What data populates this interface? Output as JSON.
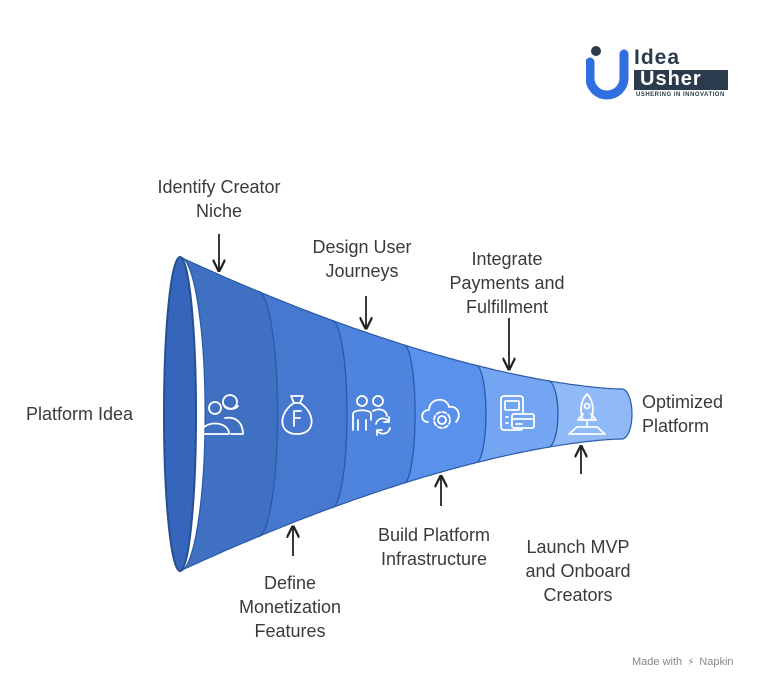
{
  "logo": {
    "line1": "Idea",
    "line2": "Usher",
    "tagline": "USHERING IN INNOVATION",
    "colors": {
      "blue": "#2f6fe0",
      "dark": "#2b3b4d"
    }
  },
  "funnel": {
    "input_label": "Platform Idea",
    "output_label": [
      "Optimized",
      "Platform"
    ],
    "stages": [
      {
        "icon": "creators-icon",
        "label": [
          "Identify Creator",
          "Niche"
        ],
        "position": "top",
        "color": "#3f70c2"
      },
      {
        "icon": "money-bag-icon",
        "label": [
          "Define",
          "Monetization",
          "Features"
        ],
        "position": "bottom",
        "color": "#4778cf"
      },
      {
        "icon": "user-journey-icon",
        "label": [
          "Design User",
          "Journeys"
        ],
        "position": "top",
        "color": "#4e84de"
      },
      {
        "icon": "cloud-gear-icon",
        "label": [
          "Build Platform",
          "Infrastructure"
        ],
        "position": "bottom",
        "color": "#5a91ec"
      },
      {
        "icon": "payment-terminal-icon",
        "label": [
          "Integrate",
          "Payments and",
          "Fulfillment"
        ],
        "position": "top",
        "color": "#74a5f2"
      },
      {
        "icon": "rocket-launch-icon",
        "label": [
          "Launch MVP",
          "and Onboard",
          "Creators"
        ],
        "position": "bottom",
        "color": "#8fb9f7"
      }
    ],
    "mouth_color": "#3566bb",
    "rim_color": "#27508f"
  },
  "footer": {
    "made_with": "Made with",
    "brand": "Napkin"
  }
}
